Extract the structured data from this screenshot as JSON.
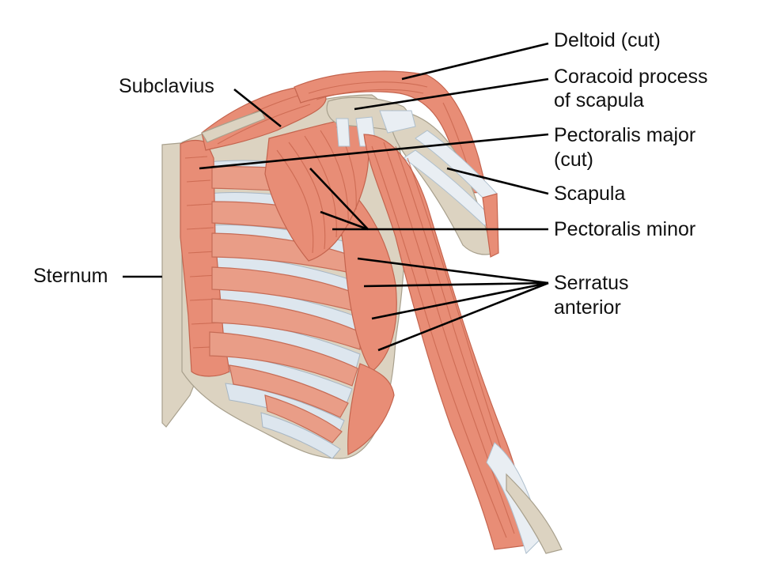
{
  "labels": {
    "deltoid": "Deltoid (cut)",
    "coracoid_line1": "Coracoid process",
    "coracoid_line2": "of scapula",
    "subclavius": "Subclavius",
    "pec_major_line1": "Pectoralis major",
    "pec_major_line2": "(cut)",
    "scapula": "Scapula",
    "pec_minor": "Pectoralis minor",
    "sternum": "Sternum",
    "serratus_line1": "Serratus",
    "serratus_line2": "anterior"
  },
  "colors": {
    "muscle": "#e88d76",
    "tendon": "#e9eef3",
    "bone": "#dcd3c1",
    "leader_line": "#000000"
  }
}
